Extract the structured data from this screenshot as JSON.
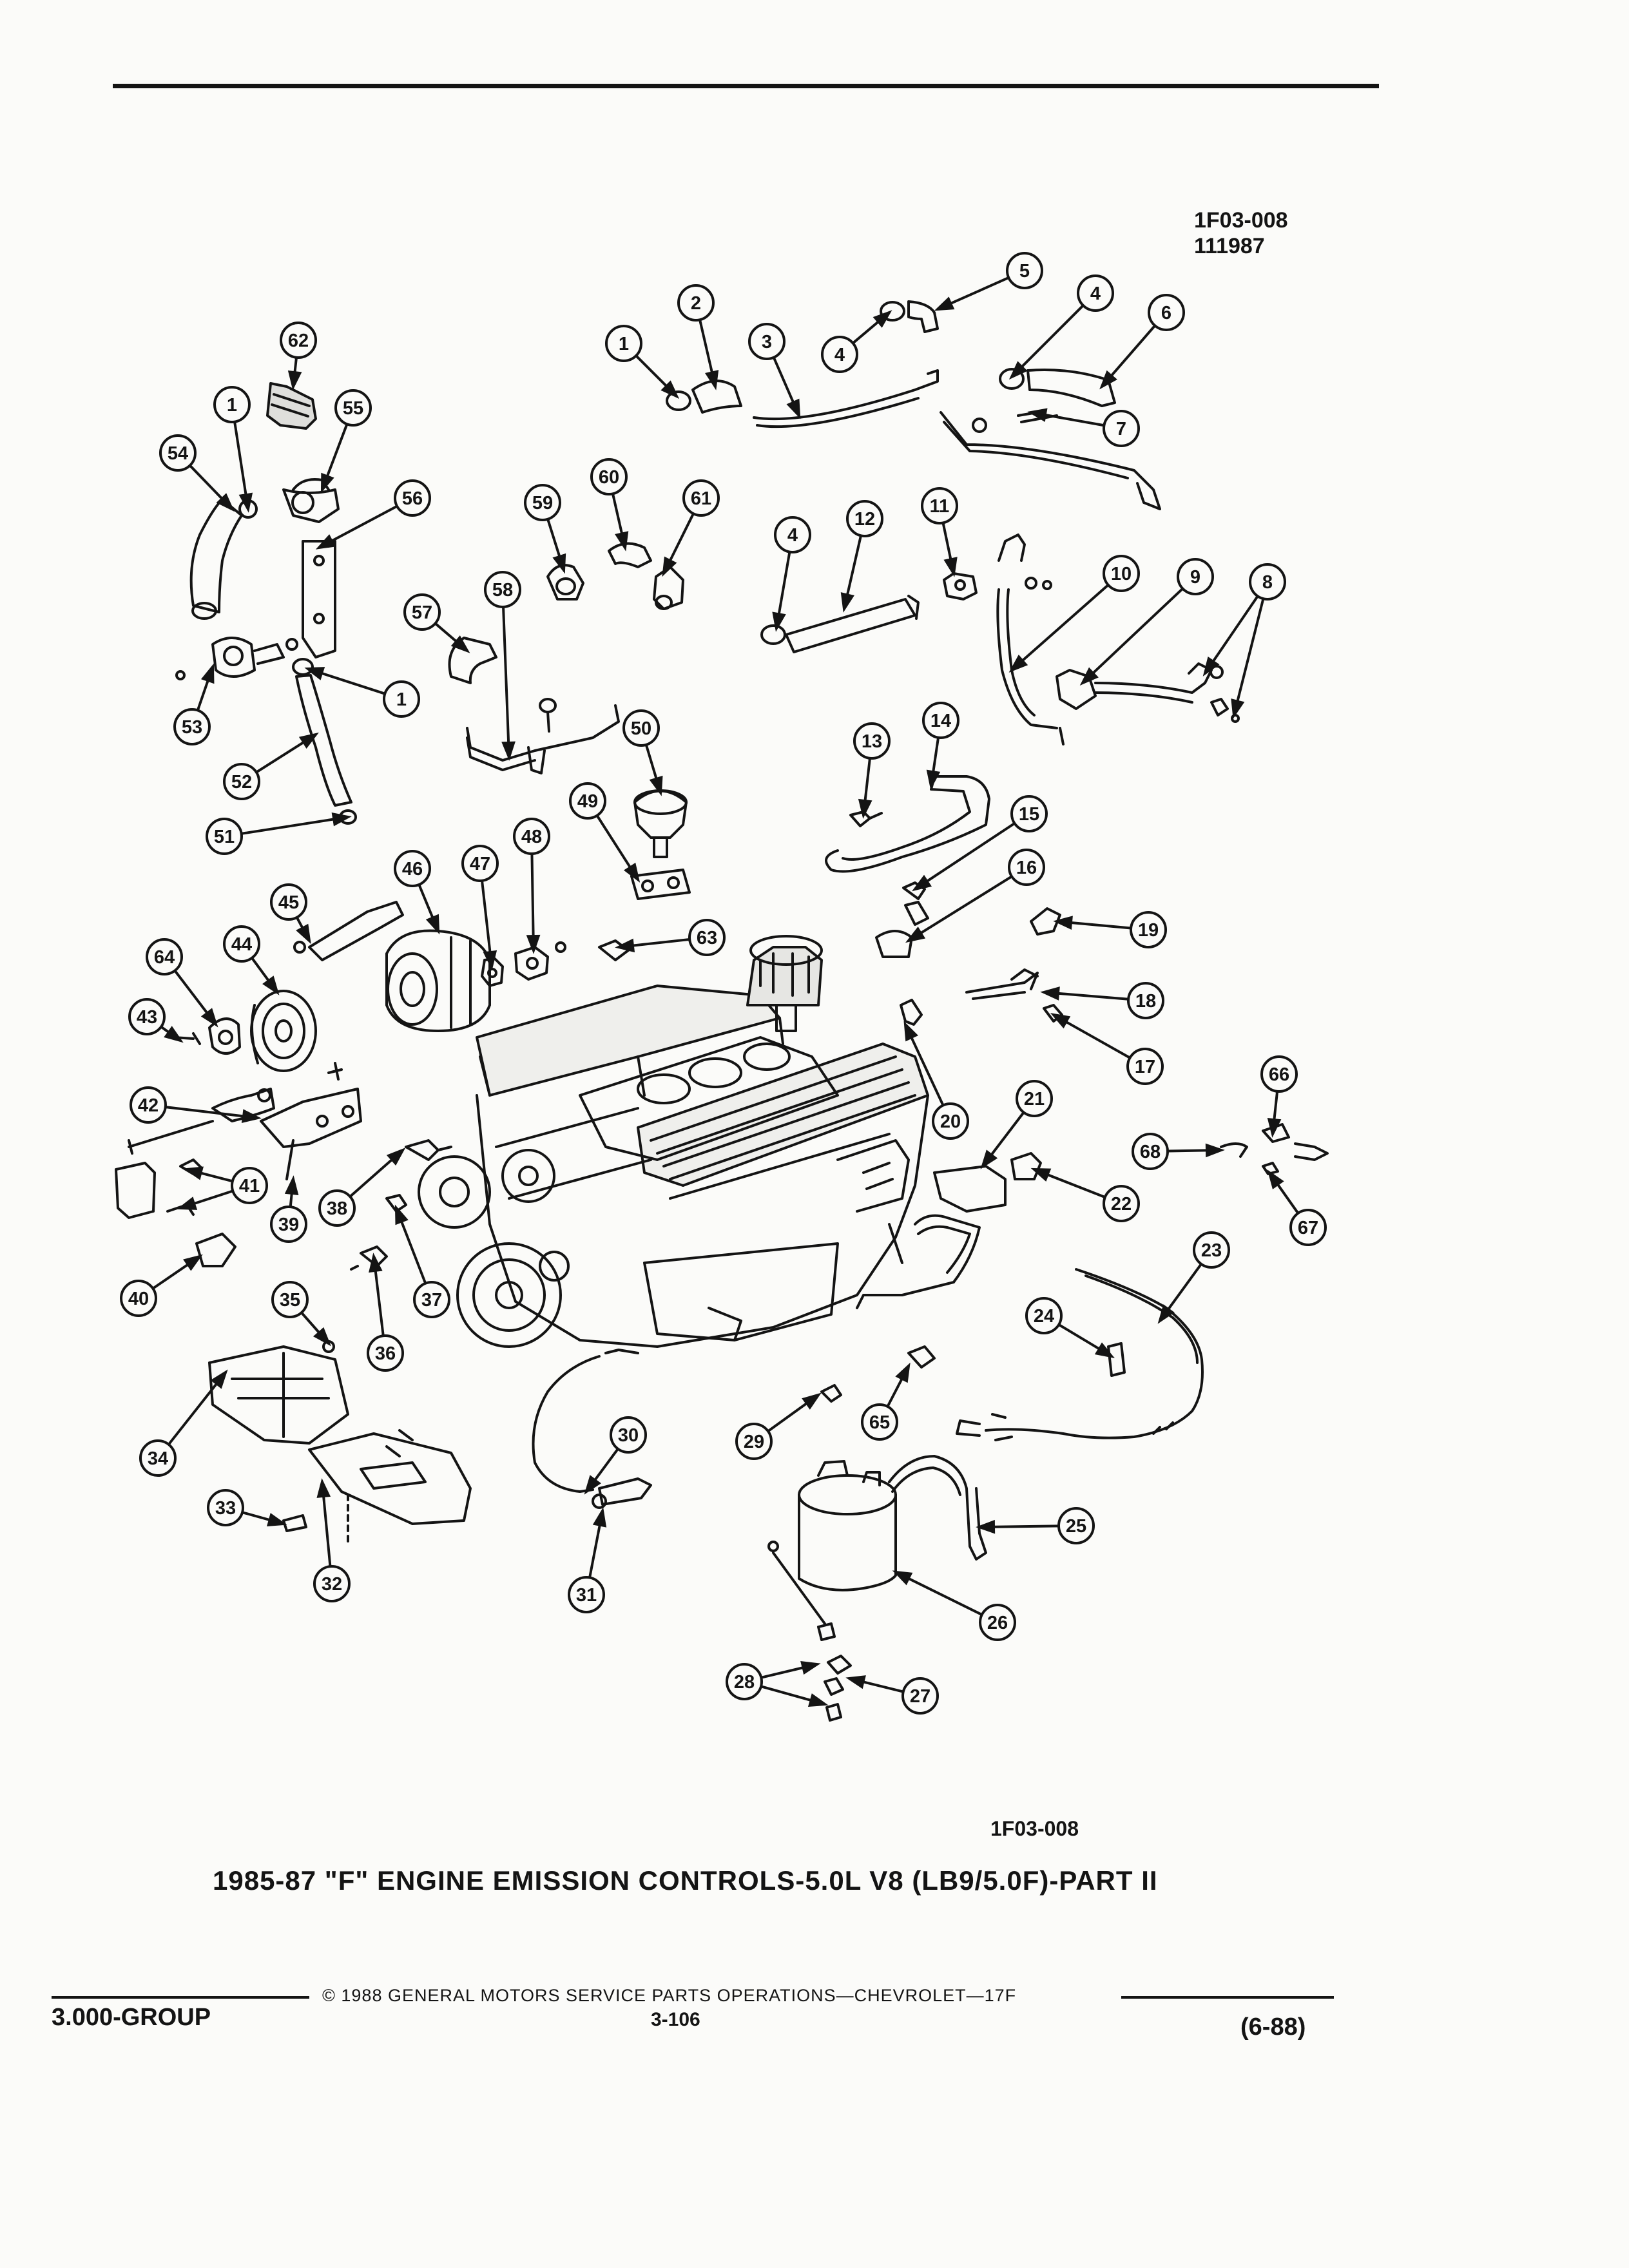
{
  "header": {
    "figure_code": "1F03-008",
    "date_code": "111987"
  },
  "caption": {
    "figure_code": "1F03-008",
    "title": "1985-87 \"F\" ENGINE EMISSION CONTROLS-5.0L V8 (LB9/5.0F)-PART II"
  },
  "footer": {
    "copyright": "© 1988 GENERAL MOTORS SERVICE PARTS OPERATIONS—CHEVROLET—17F",
    "group": "3.000-GROUP",
    "page": "3-106",
    "revision": "(6-88)"
  },
  "callouts": [
    "1",
    "2",
    "3",
    "4",
    "5",
    "4",
    "6",
    "7",
    "62",
    "1",
    "55",
    "54",
    "56",
    "60",
    "59",
    "61",
    "58",
    "57",
    "4",
    "12",
    "11",
    "10",
    "9",
    "8",
    "53",
    "1",
    "52",
    "51",
    "50",
    "49",
    "13",
    "14",
    "15",
    "16",
    "48",
    "47",
    "46",
    "45",
    "44",
    "64",
    "63",
    "19",
    "18",
    "17",
    "43",
    "42",
    "41",
    "40",
    "39",
    "38",
    "37",
    "36",
    "35",
    "34",
    "33",
    "32",
    "31",
    "30",
    "29",
    "65",
    "28",
    "27",
    "26",
    "25",
    "24",
    "23",
    "22",
    "21",
    "20",
    "66",
    "68",
    "67"
  ],
  "colors": {
    "ink": "#141414",
    "paper": "#fbfbf9"
  }
}
